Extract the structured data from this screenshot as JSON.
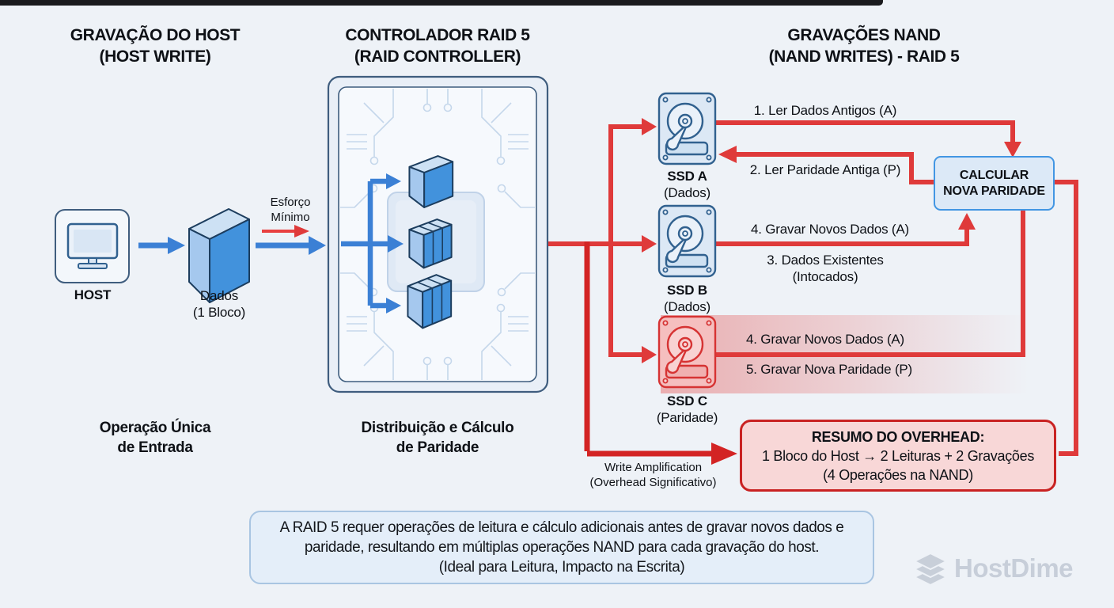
{
  "header": {
    "host1": "GRAVAÇÃO DO HOST",
    "host2": "(HOST WRITE)",
    "controller1": "CONTROLADOR RAID 5",
    "controller2": "(RAID CONTROLLER)",
    "nand1": "GRAVAÇÕES NAND",
    "nand2": "(NAND WRITES) - RAID 5"
  },
  "left": {
    "host_label": "HOST",
    "block1": "Dados",
    "block2": "(1 Bloco)",
    "effort1": "Esforço",
    "effort2": "Mínimo",
    "caption1": "Operação Única",
    "caption2": "de Entrada"
  },
  "controller": {
    "caption1": "Distribuição e Cálculo",
    "caption2": "de Paridade"
  },
  "ssds": [
    {
      "name": "SSD A",
      "type": "(Dados)"
    },
    {
      "name": "SSD B",
      "type": "(Dados)"
    },
    {
      "name": "SSD C",
      "type": "(Paridade)"
    }
  ],
  "flows": {
    "step1": "1. Ler Dados Antigos (A)",
    "step2": "2. Ler Paridade Antiga (P)",
    "step4b": "4. Gravar Novos Dados (A)",
    "step3a": "3. Dados Existentes",
    "step3b": "(Intocados)",
    "step4c": "4. Gravar Novos Dados (A)",
    "step5c": "5. Gravar Nova Paridade (P)"
  },
  "parity": {
    "line1": "CALCULAR",
    "line2": "NOVA PARIDADE"
  },
  "overhead": {
    "title": "RESUMO DO OVERHEAD:",
    "line1": "1 Bloco do Host → 2 Leituras + 2 Gravações",
    "line2": "(4 Operações na NAND)"
  },
  "writeamp": {
    "line1": "Write Amplification",
    "line2": "(Overhead Significativo)"
  },
  "note": {
    "line1": "A RAID 5 requer operações de leitura e cálculo adicionais antes de gravar novos dados e",
    "line2": "paridade, resultando em múltiplas operações NAND para cada gravação do host.",
    "line3": "(Ideal para Leitura, Impacto na Escrita)"
  },
  "watermark": {
    "text": "HostDime",
    "icon": "stacked-layers-icon"
  },
  "icons": {
    "host": "monitor-icon",
    "ssd": "hard-drive-icon"
  },
  "colors": {
    "background": "#eef2f7",
    "blue_arrow": "#3b80d5",
    "red_arrow": "#df3a3a",
    "block_blue": "#4292dc",
    "ssd_blue": "#31618f",
    "ssd_red": "#d63333",
    "parity_border": "#4296e3",
    "overhead_border": "#c92222"
  }
}
